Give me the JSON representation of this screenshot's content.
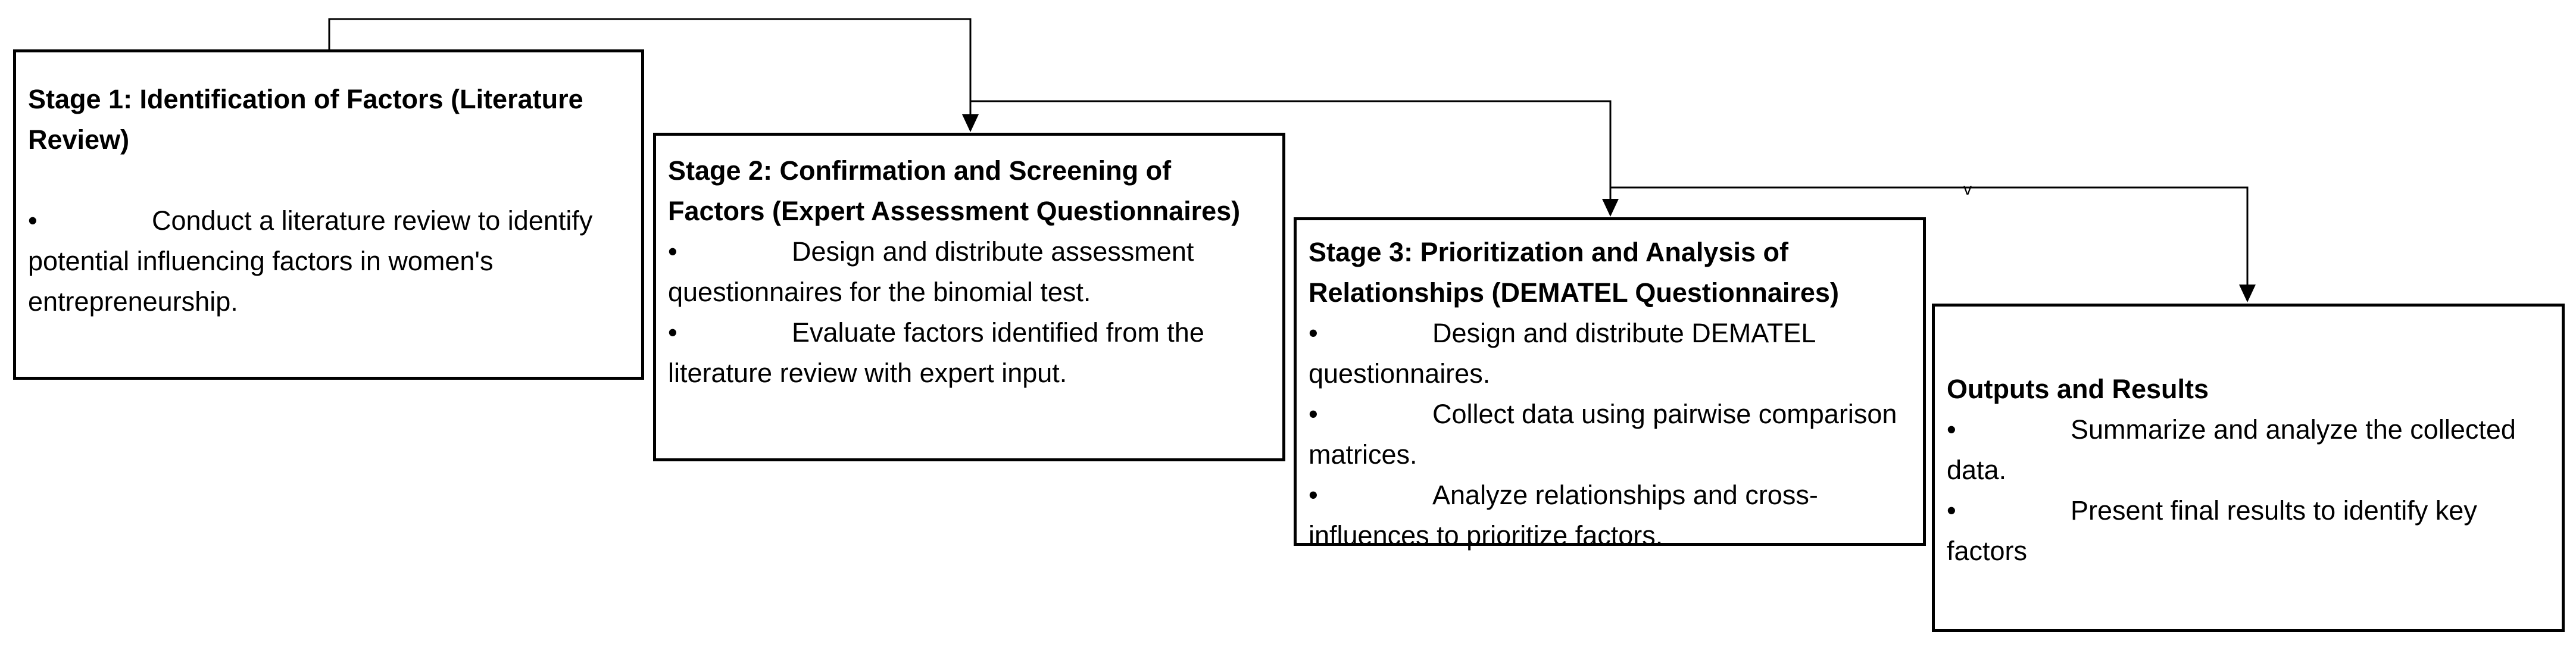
{
  "stages": [
    {
      "title": "Stage 1: Identification of Factors (Literature Review)",
      "bullets": [
        "Conduct a literature review to identify potential influencing factors in women's entrepreneurship."
      ]
    },
    {
      "title": "Stage 2: Confirmation and Screening of Factors (Expert Assessment Questionnaires)",
      "bullets": [
        "Design and distribute assessment questionnaires for the binomial test.",
        "Evaluate factors identified from the literature review with expert input."
      ]
    },
    {
      "title": "Stage 3: Prioritization and Analysis of Relationships (DEMATEL Questionnaires)",
      "bullets": [
        "Design and distribute DEMATEL questionnaires.",
        "Collect data using pairwise comparison matrices.",
        "Analyze relationships and cross-influences to prioritize factors."
      ]
    },
    {
      "title": "Outputs and Results",
      "bullets": [
        "Summarize and analyze the collected data.",
        "Present final results to identify key factors"
      ]
    }
  ],
  "bullet_symbol": "•",
  "connector_mark": "v"
}
